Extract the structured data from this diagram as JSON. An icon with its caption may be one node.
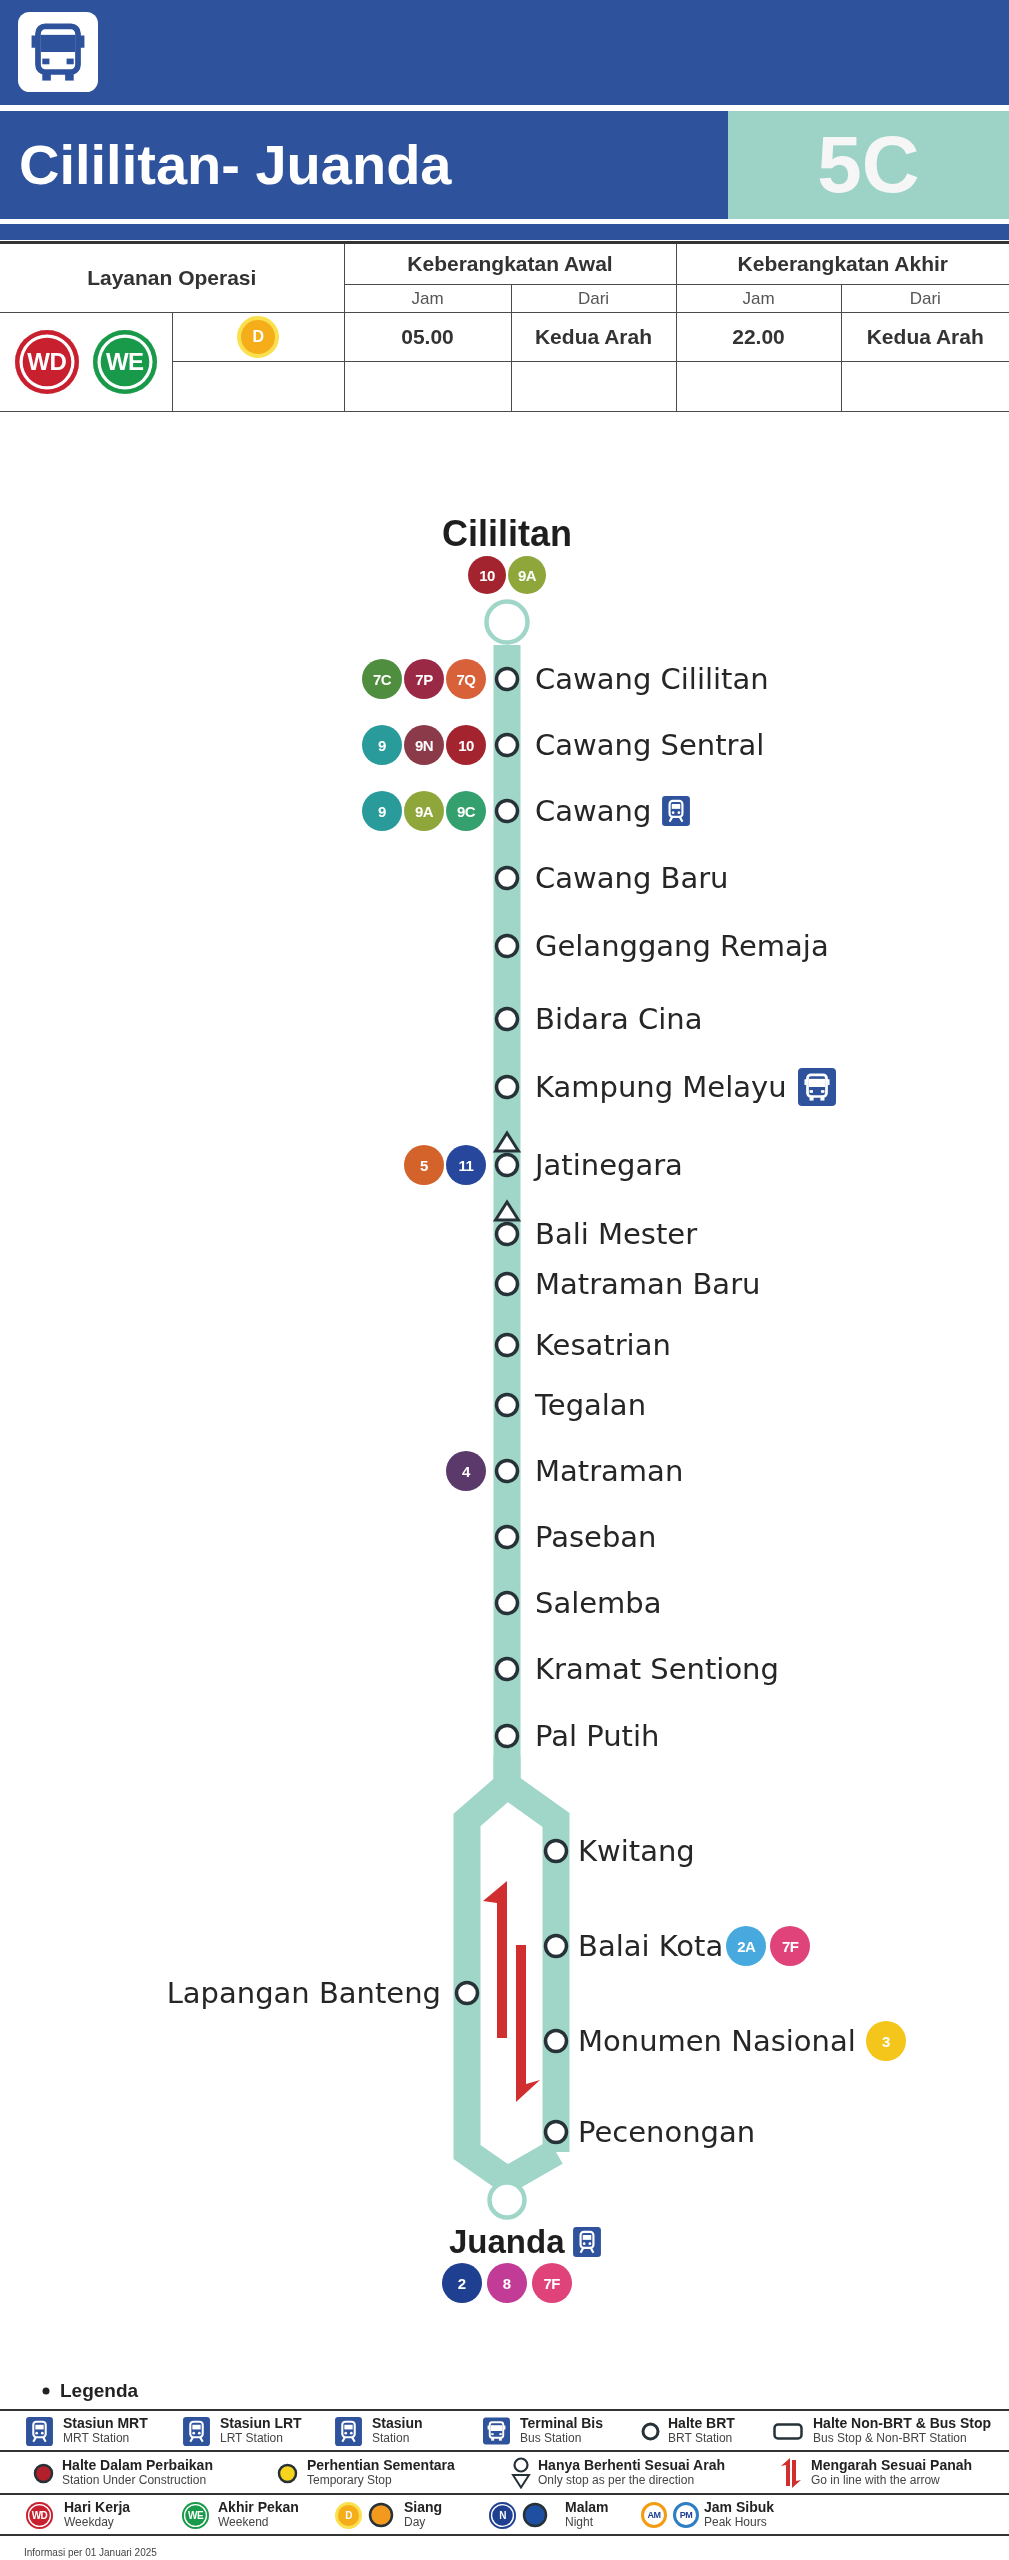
{
  "diagram": {
    "title": "Cililitan- Juanda",
    "nodes": [
      {
        "text": [
          "Cililitan",
          "10",
          "9A"
        ]
      },
      {
        "text": [
          "Cawang Cililitan"
        ],
        "beside": [
          "7C",
          "7P",
          "7Q"
        ]
      },
      {
        "text": [
          "Cawang Sentral"
        ],
        "beside": [
          "9",
          "9N",
          "10"
        ]
      },
      {
        "text": [
          "Cawang"
        ],
        "beside": [
          "9",
          "9A",
          "9C"
        ]
      },
      {
        "text": [
          "Cawang Baru"
        ]
      },
      {
        "text": [
          "Gelanggang Remaja"
        ]
      },
      {
        "text": [
          "Bidara Cina"
        ]
      },
      {
        "text": [
          "Kampung Melayu"
        ]
      },
      {
        "text": [
          "Jatinegara"
        ],
        "beside": [
          "5",
          "11"
        ]
      },
      {
        "text": [
          "Bali Mester"
        ]
      },
      {
        "text": [
          "Matraman Baru"
        ]
      },
      {
        "text": [
          "Kesatrian"
        ]
      },
      {
        "text": [
          "Tegalan"
        ]
      },
      {
        "text": [
          "Matraman"
        ],
        "beside": [
          "4"
        ]
      },
      {
        "text": [
          "Paseban"
        ]
      },
      {
        "text": [
          "Salemba"
        ]
      },
      {
        "text": [
          "Kramat Sentiong"
        ]
      },
      {
        "text": [
          "Pal Putih"
        ]
      },
      {
        "text": [
          "Kwitang"
        ]
      },
      {
        "text": [
          "Balai Kota"
        ],
        "beside": [
          "2A",
          "7F"
        ]
      },
      {
        "text": [
          "Lapangan Banteng"
        ]
      },
      {
        "text": [
          "Monumen Nasional"
        ]
      },
      {
        "text": [
          "Pecenongan"
        ]
      },
      {
        "text": [
          "Juanda",
          "2",
          "8",
          "7F"
        ]
      }
    ],
    "edges": [
      {
        "from": 0,
        "to": 1,
        "arrow": "none"
      },
      {
        "from": 1,
        "to": 2,
        "arrow": "none"
      },
      {
        "from": 2,
        "to": 3,
        "arrow": "none"
      },
      {
        "from": 3,
        "to": 4,
        "arrow": "none"
      },
      {
        "from": 4,
        "to": 5,
        "arrow": "none"
      },
      {
        "from": 5,
        "to": 6,
        "arrow": "none"
      },
      {
        "from": 6,
        "to": 7,
        "arrow": "none"
      },
      {
        "from": 7,
        "to": 8,
        "arrow": "none"
      },
      {
        "from": 8,
        "to": 9,
        "arrow": "none"
      },
      {
        "from": 9,
        "to": 10,
        "arrow": "none"
      },
      {
        "from": 10,
        "to": 11,
        "arrow": "none"
      },
      {
        "from": 11,
        "to": 12,
        "arrow": "none"
      },
      {
        "from": 12,
        "to": 13,
        "arrow": "none"
      },
      {
        "from": 13,
        "to": 14,
        "arrow": "none"
      },
      {
        "from": 14,
        "to": 15,
        "arrow": "none"
      },
      {
        "from": 15,
        "to": 16,
        "arrow": "none"
      },
      {
        "from": 16,
        "to": 17,
        "arrow": "none"
      },
      {
        "from": 17,
        "to": 18,
        "arrow": "none"
      },
      {
        "from": 17,
        "to": 20,
        "arrow": "none"
      },
      {
        "from": 18,
        "to": 19,
        "arrow": "none"
      },
      {
        "from": 19,
        "to": 21,
        "arrow": "none"
      },
      {
        "from": 21,
        "to": 22,
        "arrow": "none"
      },
      {
        "from": 22,
        "to": 23,
        "arrow": "none"
      },
      {
        "from": 20,
        "to": 23,
        "arrow": "none"
      }
    ],
    "labels": [
      "5C",
      "Layanan Operasi",
      "Keberangkatan Awal",
      "Keberangkatan Akhir",
      "Jam",
      "Dari",
      "Jam",
      "Dari",
      "WD",
      "WE",
      "D",
      "05.00",
      "Kedua Arah",
      "22.00",
      "Kedua Arah",
      "3",
      "Legenda",
      "WD",
      "WE",
      "D",
      "N",
      "AM",
      "PM",
      "Informasi per 01 Januari 2025"
    ],
    "legend": [
      {
        "text": "**Stasiun MRT** MRT Station"
      },
      {
        "text": "**Stasiun LRT** LRT Station"
      },
      {
        "text": "**Stasiun** Station"
      },
      {
        "text": "**Terminal Bis** Bus Station"
      },
      {
        "text": "**Halte BRT** BRT Station"
      },
      {
        "text": "**Halte Non-BRT & Bus Stop** Bus Stop & Non-BRT Station"
      },
      {
        "text": "**Halte Dalam Perbaikan** Station Under Construction",
        "color": "#b3202c"
      },
      {
        "text": "**Perhentian Sementara** Temporary Stop",
        "color": "#f6d31c"
      },
      {
        "text": "**Hanya Berhenti Sesuai Arah** Only stop as per the direction"
      },
      {
        "text": "**Mengarah Sesuai Panah** Go in line with the arrow"
      },
      {
        "text": "**Hari Kerja** Weekday"
      },
      {
        "text": "**Akhir Pekan** Weekend"
      },
      {
        "text": "**Siang** Day"
      },
      {
        "text": "**Malam** Night"
      },
      {
        "text": "**Jam Sibuk** Peak Hours"
      }
    ]
  }
}
